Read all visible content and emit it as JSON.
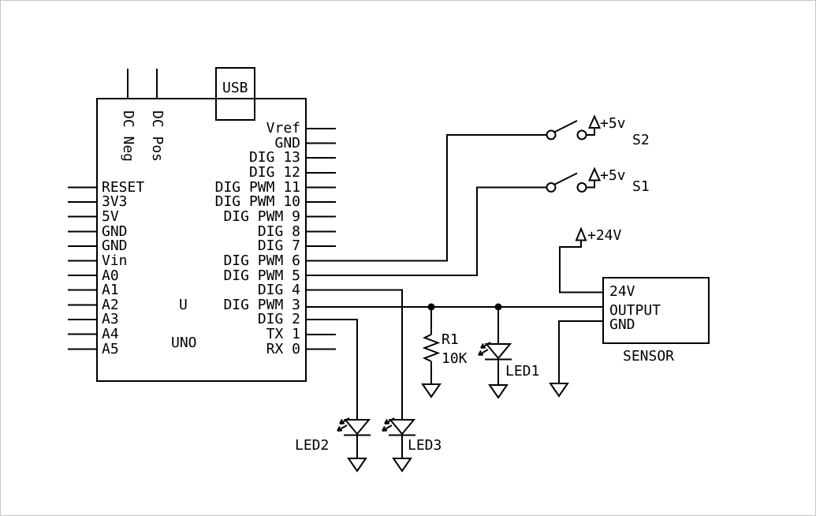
{
  "colors": {
    "line": "#000000",
    "background": "#ffffff"
  },
  "arduino": {
    "designator": "U",
    "part": "UNO",
    "usb": "USB",
    "dc_neg": "DC Neg",
    "dc_pos": "DC Pos",
    "left_pins": [
      "RESET",
      "3V3",
      "5V",
      "GND",
      "GND",
      "Vin",
      "A0",
      "A1",
      "A2",
      "A3",
      "A4",
      "A5"
    ],
    "right_pins": [
      "Vref",
      "GND",
      "DIG 13",
      "DIG 12",
      "DIG PWM 11",
      "DIG PWM 10",
      "DIG PWM 9",
      "DIG 8",
      "DIG 7",
      "DIG PWM 6",
      "DIG PWM 5",
      "DIG 4",
      "DIG PWM 3",
      "DIG 2",
      "TX 1",
      "RX 0"
    ]
  },
  "switches": {
    "s2": {
      "label": "S2",
      "supply": "+5v"
    },
    "s1": {
      "label": "S1",
      "supply": "+5v"
    }
  },
  "power": {
    "rail_24v": "+24V"
  },
  "resistor": {
    "designator": "R1",
    "value": "10K"
  },
  "leds": {
    "led1": "LED1",
    "led2": "LED2",
    "led3": "LED3"
  },
  "sensor": {
    "pin_24v": "24V",
    "pin_output": "OUTPUT",
    "pin_gnd": "GND",
    "label": "SENSOR"
  }
}
